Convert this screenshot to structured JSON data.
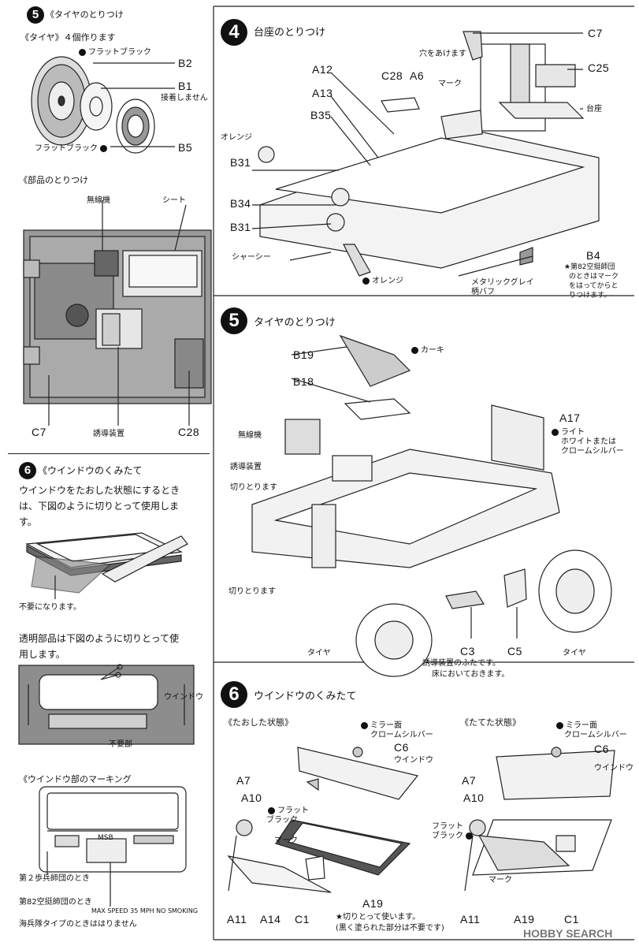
{
  "left": {
    "step5": {
      "num": "5",
      "title": "《タイヤのとりつけ",
      "subtitle": "《タイヤ》４個作ります",
      "labels": {
        "flat_black_top": "フラットブラック",
        "b2": "B2",
        "b1": "B1",
        "no_glue": "接着しません",
        "flat_black_bottom": "フラットブラック",
        "b5": "B5"
      }
    },
    "parts": {
      "title": "《部品のとりつけ",
      "radio": "無線機",
      "seat": "シート",
      "c7": "C7",
      "guidance": "誘導装置",
      "c28": "C28"
    },
    "step6": {
      "num": "6",
      "title": "《ウインドウのくみたて",
      "text_line1": "ウインドウをたおした状態にするとき",
      "text_line2": "は、下図のように切りとって使用しま",
      "text_line3": "す。",
      "unneeded1": "不要になります。",
      "clear_line1": "透明部品は下図のように切りとって使",
      "clear_line2": "用します。",
      "window": "ウインドウ",
      "unneeded2": "不要部"
    },
    "marking": {
      "title": "《ウインドウ部のマーキング",
      "msg": "MSB",
      "note1": "第２歩兵師団のとき",
      "note2": "第82空挺師団のとき",
      "note3": "海兵隊タイプのときははりません",
      "speed": "MAX SPEED 35 MPH NO SMOKING"
    }
  },
  "right": {
    "step4": {
      "num": "4",
      "title": "台座のとりつけ",
      "c7": "C7",
      "hole": "穴をあけます",
      "c25": "C25",
      "a12": "A12",
      "c28": "C28",
      "a6": "A6",
      "mark": "マーク",
      "a13": "A13",
      "base": "台座",
      "b35": "B35",
      "orange1": "オレンジ",
      "b31a": "B31",
      "b34": "B34",
      "b31b": "B31",
      "chassis": "シャーシー",
      "orange2": "オレンジ",
      "b4": "B4",
      "note_l1": "★第82空挺師団",
      "note_l2": "のときはマーク",
      "note_l3": "をはってからと",
      "note_l4": "りつけます。",
      "metallic_l1": "メタリックグレイ",
      "metallic_l2": "柄バフ"
    },
    "step5": {
      "num": "5",
      "title": "タイヤのとりつけ",
      "b19": "B19",
      "khaki": "カーキ",
      "b18": "B18",
      "a17": "A17",
      "light_l1": "ライト",
      "light_l2": "ホワイトまたは",
      "light_l3": "クロームシルバー",
      "radio": "無線機",
      "guidance": "誘導装置",
      "cut1": "切りとります",
      "cut2": "切りとります",
      "tire1": "タイヤ",
      "c3": "C3",
      "c5": "C5",
      "tire2": "タイヤ",
      "cover_l1": "誘導装置のふたです。",
      "cover_l2": "床においておきます。"
    },
    "step6": {
      "num": "6",
      "title": "ウインドウのくみたて",
      "folded": "《たおした状態》",
      "standing": "《たてた状態》",
      "mirror1_l1": "ミラー面",
      "mirror1_l2": "クロームシルバー",
      "c6a": "C6",
      "window1": "ウインドウ",
      "a7a": "A7",
      "a10a": "A10",
      "flat1_l1": "フラット",
      "flat1_l2": "ブラック",
      "mark1": "マーク",
      "a11a": "A11",
      "a14": "A14",
      "c1a": "C1",
      "a19a": "A19",
      "cut_l1": "★切りとって使います。",
      "cut_l2": "(黒く塗られた部分は不要です)",
      "mirror2_l1": "ミラー面",
      "mirror2_l2": "クロームシルバー",
      "c6b": "C6",
      "window2": "ウインドウ",
      "a7b": "A7",
      "a10b": "A10",
      "flat2_l1": "フラット",
      "flat2_l2": "ブラック",
      "mark2": "マーク",
      "a11b": "A11",
      "a19b": "A19",
      "c1b": "C1"
    }
  },
  "watermark": "HOBBY SEARCH"
}
